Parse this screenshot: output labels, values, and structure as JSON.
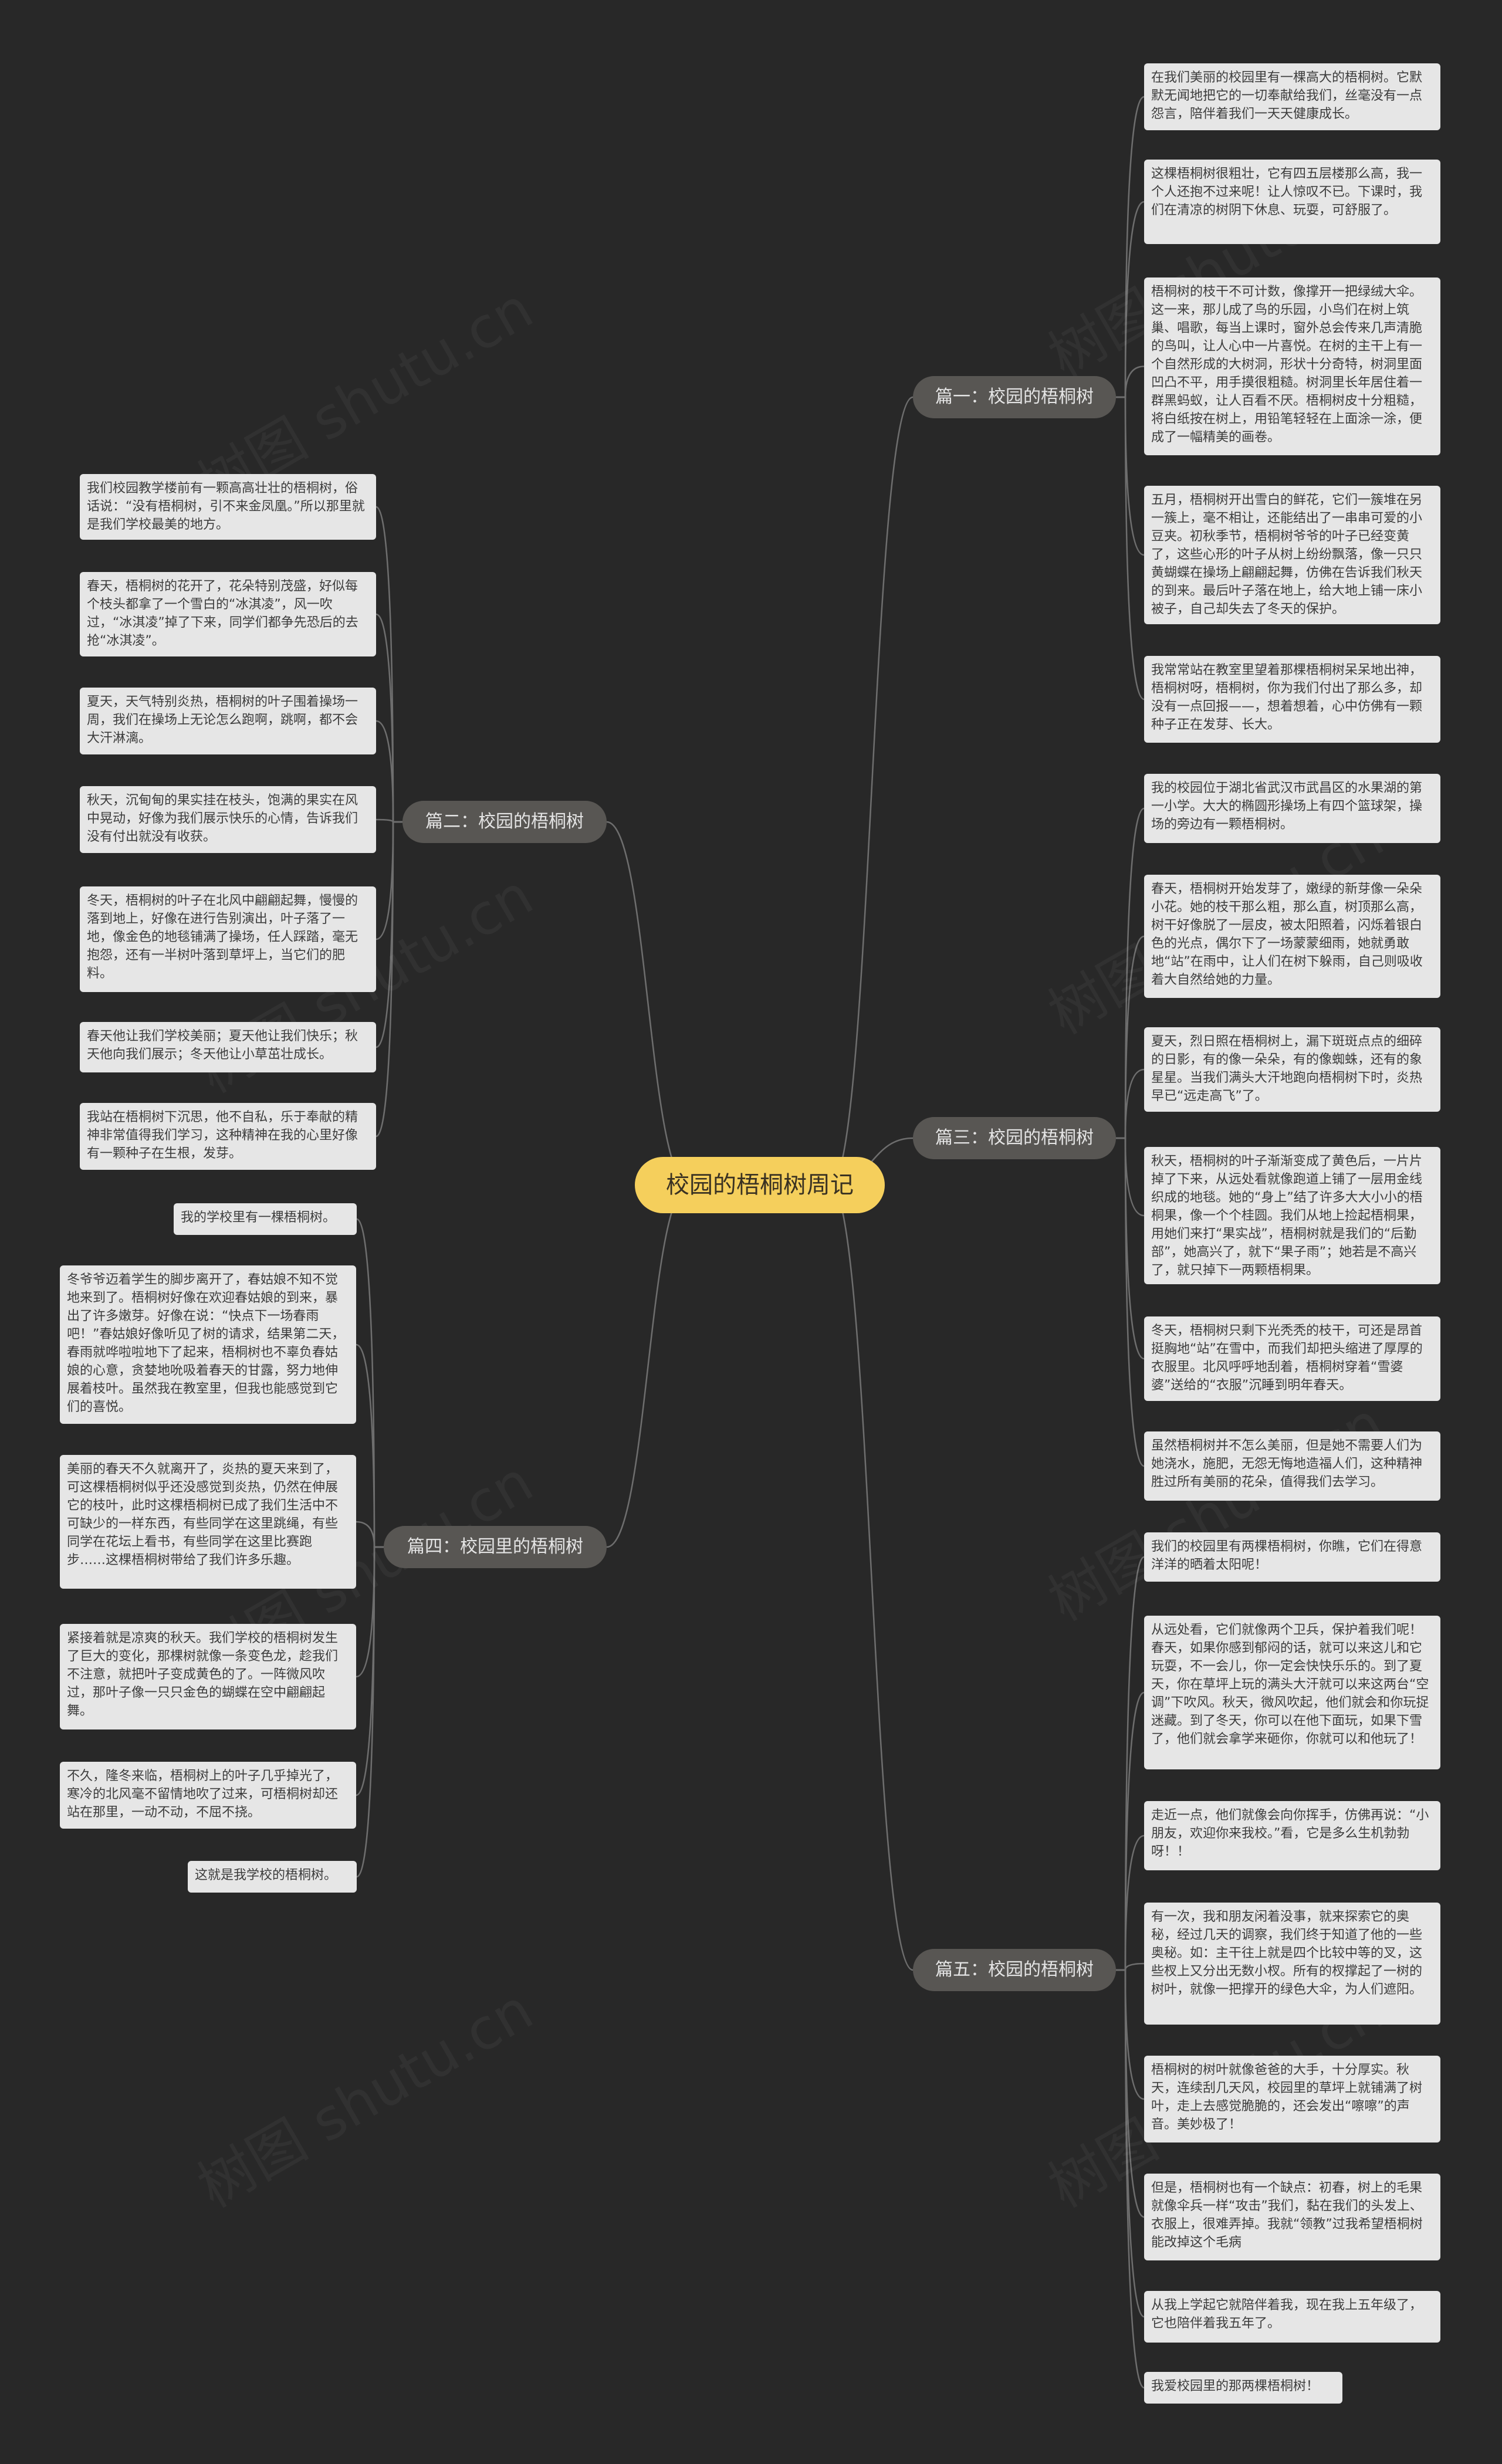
{
  "root": {
    "title": "校园的梧桐树周记"
  },
  "watermark": "树图 shutu.cn",
  "colors": {
    "background": "#282828",
    "root": "#f5cf5c",
    "branch": "#585653",
    "leaf": "#e6e6e6",
    "line": "#6e6e6e"
  },
  "branches": [
    {
      "title": "篇一：校园的梧桐树",
      "side": "right",
      "leaves": [
        "在我们美丽的校园里有一棵高大的梧桐树。它默默无闻地把它的一切奉献给我们，丝毫没有一点怨言，陪伴着我们一天天健康成长。",
        "这棵梧桐树很粗壮，它有四五层楼那么高，我一个人还抱不过来呢！让人惊叹不已。下课时，我们在清凉的树阴下休息、玩耍，可舒服了。",
        "梧桐树的枝干不可计数，像撑开一把绿绒大伞。这一来，那儿成了鸟的乐园，小鸟们在树上筑巢、唱歌，每当上课时，窗外总会传来几声清脆的鸟叫，让人心中一片喜悦。在树的主干上有一个自然形成的大树洞，形状十分奇特，树洞里面凹凸不平，用手摸很粗糙。树洞里长年居住着一群黑蚂蚁，让人百看不厌。梧桐树皮十分粗糙，将白纸按在树上，用铅笔轻轻在上面涂一涂，便成了一幅精美的画卷。",
        "五月，梧桐树开出雪白的鲜花，它们一簇堆在另一簇上，毫不相让，还能结出了一串串可爱的小豆夹。初秋季节，梧桐树爷爷的叶子已经变黄了，这些心形的叶子从树上纷纷飘落，像一只只黄蝴蝶在操场上翩翩起舞，仿佛在告诉我们秋天的到来。最后叶子落在地上，给大地上铺一床小被子，自己却失去了冬天的保护。",
        "我常常站在教室里望着那棵梧桐树呆呆地出神，梧桐树呀，梧桐树，你为我们付出了那么多，却没有一点回报——，想着想着，心中仿佛有一颗种子正在发芽、长大。"
      ]
    },
    {
      "title": "篇二：校园的梧桐树",
      "side": "left",
      "leaves": [
        "我们校园教学楼前有一颗高高壮壮的梧桐树，俗话说：“没有梧桐树，引不来金凤凰。”所以那里就是我们学校最美的地方。",
        "春天，梧桐树的花开了，花朵特别茂盛，好似每个枝头都拿了一个雪白的“冰淇凌”，风一吹过，“冰淇凌”掉了下来，同学们都争先恐后的去抢“冰淇凌”。",
        "夏天，天气特别炎热，梧桐树的叶子围着操场一周，我们在操场上无论怎么跑啊，跳啊，都不会大汗淋漓。",
        "秋天，沉甸甸的果实挂在枝头，饱满的果实在风中晃动，好像为我们展示快乐的心情，告诉我们没有付出就没有收获。",
        "冬天，梧桐树的叶子在北风中翩翩起舞，慢慢的落到地上，好像在进行告别演出，叶子落了一地，像金色的地毯铺满了操场，任人踩踏，毫无抱怨，还有一半树叶落到草坪上，当它们的肥料。",
        "春天他让我们学校美丽；夏天他让我们快乐；秋天他向我们展示；冬天他让小草茁壮成长。",
        "我站在梧桐树下沉思，他不自私，乐于奉献的精神非常值得我们学习，这种精神在我的心里好像有一颗种子在生根，发芽。"
      ]
    },
    {
      "title": "篇三：校园的梧桐树",
      "side": "right",
      "leaves": [
        "我的校园位于湖北省武汉市武昌区的水果湖的第一小学。大大的椭圆形操场上有四个篮球架，操场的旁边有一颗梧桐树。",
        "春天，梧桐树开始发芽了，嫩绿的新芽像一朵朵小花。她的枝干那么粗，那么直，树顶那么高，树干好像脱了一层皮，被太阳照着，闪烁着银白色的光点，偶尔下了一场蒙蒙细雨，她就勇敢地“站”在雨中，让人们在树下躲雨，自己则吸收着大自然给她的力量。",
        "夏天，烈日照在梧桐树上，漏下斑斑点点的细碎的日影，有的像一朵朵，有的像蜘蛛，还有的象星星。当我们满头大汗地跑向梧桐树下时，炎热早已“远走高飞”了。",
        "秋天，梧桐树的叶子渐渐变成了黄色后，一片片掉了下来，从远处看就像跑道上铺了一层用金线织成的地毯。她的“身上”结了许多大大小小的梧桐果，像一个个桂圆。我们从地上捡起梧桐果，用她们来打“果实战”，梧桐树就是我们的“后勤部”，她高兴了，就下“果子雨”；她若是不高兴了，就只掉下一两颗梧桐果。",
        "冬天，梧桐树只剩下光秃秃的枝干，可还是昂首挺胸地“站”在雪中，而我们却把头缩进了厚厚的衣服里。北风呼呼地刮着，梧桐树穿着“雪婆婆”送给的“衣服”沉睡到明年春天。",
        "虽然梧桐树并不怎么美丽，但是她不需要人们为她浇水，施肥，无怨无悔地造福人们，这种精神胜过所有美丽的花朵，值得我们去学习。"
      ]
    },
    {
      "title": "篇四：校园里的梧桐树",
      "side": "left",
      "leaves": [
        "我的学校里有一棵梧桐树。",
        "冬爷爷迈着学生的脚步离开了，春姑娘不知不觉地来到了。梧桐树好像在欢迎春姑娘的到来，暴出了许多嫩芽。好像在说：“快点下一场春雨吧！”春姑娘好像听见了树的请求，结果第二天，春雨就哗啦啦地下了起来，梧桐树也不辜负春姑娘的心意，贪婪地吮吸着春天的甘露，努力地伸展着枝叶。虽然我在教室里，但我也能感觉到它们的喜悦。",
        "美丽的春天不久就离开了，炎热的夏天来到了，可这棵梧桐树似乎还没感觉到炎热，仍然在伸展它的枝叶，此时这棵梧桐树已成了我们生活中不可缺少的一样东西，有些同学在这里跳绳，有些同学在花坛上看书，有些同学在这里比赛跑步……这棵梧桐树带给了我们许多乐趣。",
        "紧接着就是凉爽的秋天。我们学校的梧桐树发生了巨大的变化，那棵树就像一条变色龙，趁我们不注意，就把叶子变成黄色的了。一阵微风吹过，那叶子像一只只金色的蝴蝶在空中翩翩起舞。",
        "不久，隆冬来临，梧桐树上的叶子几乎掉光了，寒冷的北风毫不留情地吹了过来，可梧桐树却还站在那里，一动不动，不屈不挠。",
        "这就是我学校的梧桐树。"
      ]
    },
    {
      "title": "篇五：校园的梧桐树",
      "side": "right",
      "leaves": [
        "我们的校园里有两棵梧桐树，你瞧，它们在得意洋洋的晒着太阳呢！",
        "从远处看，它们就像两个卫兵，保护着我们呢！春天，如果你感到郁闷的话，就可以来这儿和它玩耍，不一会儿，你一定会快快乐乐的。到了夏天，你在草坪上玩的满头大汗就可以来这两台“空调”下吹风。秋天，微风吹起，他们就会和你玩捉迷藏。到了冬天，你可以在他下面玩，如果下雪了，他们就会拿学来砸你，你就可以和他玩了！",
        "走近一点，他们就像会向你挥手，仿佛再说：“小朋友，欢迎你来我校。”看，它是多么生机勃勃呀！！",
        "有一次，我和朋友闲着没事，就来探索它的奥秘，经过几天的调察，我们终于知道了他的一些奥秘。如：主干往上就是四个比较中等的叉，这些杈上又分出无数小杈。所有的杈撑起了一树的树叶，就像一把撑开的绿色大伞，为人们遮阳。",
        "梧桐树的树叶就像爸爸的大手，十分厚实。秋天，连续刮几天风，校园里的草坪上就铺满了树叶，走上去感觉脆脆的，还会发出“嚓嚓”的声音。美妙极了！",
        "但是，梧桐树也有一个缺点：初春，树上的毛果就像伞兵一样“攻击”我们，黏在我们的头发上、衣服上，很难弄掉。我就“领教”过我希望梧桐树能改掉这个毛病",
        "从我上学起它就陪伴着我，现在我上五年级了，它也陪伴着我五年了。",
        "我爱校园里的那两棵梧桐树！"
      ]
    }
  ]
}
